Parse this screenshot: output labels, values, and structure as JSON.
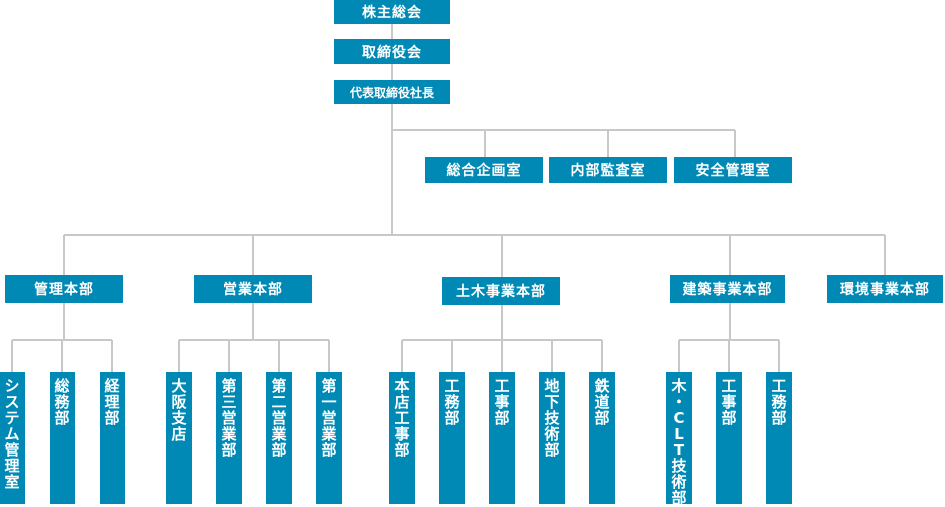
{
  "top": [
    {
      "id": "kabunushi",
      "label": "株主総会"
    },
    {
      "id": "torishimari",
      "label": "取締役会"
    },
    {
      "id": "daihyo",
      "label": "代表取締役社長"
    }
  ],
  "staff": [
    {
      "id": "sogo-kikaku",
      "label": "総合企画室"
    },
    {
      "id": "naibu-kansa",
      "label": "内部監査室"
    },
    {
      "id": "anzen-kanri",
      "label": "安全管理室"
    }
  ],
  "divisions": [
    {
      "id": "kanri",
      "label": "管理本部",
      "departments": [
        "システム管理室",
        "総務部",
        "経理部"
      ]
    },
    {
      "id": "eigyo",
      "label": "営業本部",
      "departments": [
        "大阪支店",
        "第三営業部",
        "第二営業部",
        "第一営業部"
      ]
    },
    {
      "id": "doboku",
      "label": "土木事業本部",
      "departments": [
        "本店工事部",
        "工務部",
        "工事部",
        "地下技術部",
        "鉄道部"
      ]
    },
    {
      "id": "kenchiku",
      "label": "建築事業本部",
      "departments": [
        "木・CLT技術部",
        "工事部",
        "工務部"
      ]
    },
    {
      "id": "kankyo",
      "label": "環境事業本部",
      "departments": []
    }
  ],
  "colors": {
    "box": "#0089b4",
    "line": "#c8c8c8",
    "text": "#ffffff"
  }
}
